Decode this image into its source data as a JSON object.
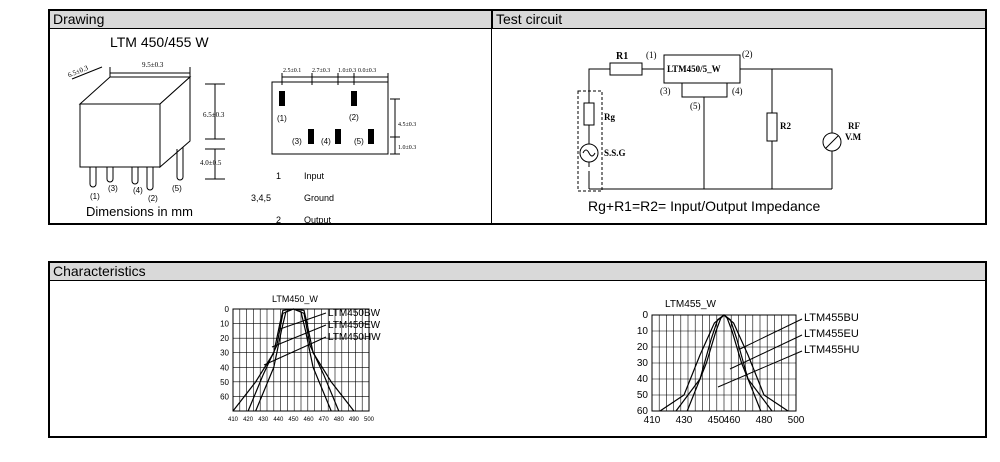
{
  "top": {
    "drawing_title": "Drawing",
    "test_title": "Test circuit",
    "model_label": "LTM 450/455 W",
    "dims": {
      "width": "9.5±0.3",
      "depth": "6.5±0.3",
      "height": "6.5±0.3",
      "pin_len": "4.0±0.5",
      "pitch_a": "2.5±0.1",
      "pitch_b": "2.7±0.3",
      "pitch_c": "1.0±0.3",
      "pitch_d": "0.0±0.3",
      "row_gap": "4.5±0.3",
      "row_off": "1.0±0.3"
    },
    "pins": [
      "(1)",
      "(2)",
      "(3)",
      "(4)",
      "(5)"
    ],
    "pin_table": [
      {
        "num": "1",
        "desc": "Input"
      },
      {
        "num": "3,4,5",
        "desc": "Ground"
      },
      {
        "num": "2",
        "desc": "Output"
      }
    ],
    "dims_caption": "Dimensions in mm",
    "circuit": {
      "r1": "R1",
      "rg": "Rg",
      "r2": "R2",
      "ssg": "S.S.G",
      "rf1": "RF",
      "rf2": "V.M",
      "chip": "LTM450/5_W",
      "p1": "(1)",
      "p2": "(2)",
      "p3": "(3)",
      "p4": "(4)",
      "p5": "(5)"
    },
    "impedance_caption": "Rg+R1=R2= Input/Output Impedance"
  },
  "characteristics": {
    "title": "Characteristics",
    "charts": [
      {
        "type": "line",
        "title": "LTM450_W",
        "x_ticks": [
          "410",
          "420",
          "430",
          "440",
          "450",
          "460",
          "470",
          "480",
          "490",
          "500"
        ],
        "y_ticks": [
          "0",
          "10",
          "20",
          "30",
          "40",
          "50",
          "60"
        ],
        "series": [
          {
            "name": "LTM450BW"
          },
          {
            "name": "LTM450EW"
          },
          {
            "name": "LTM450HW"
          }
        ]
      },
      {
        "type": "line",
        "title": "LTM455_W",
        "x_ticks": [
          "410",
          "430",
          "450",
          "460",
          "480",
          "500"
        ],
        "y_ticks": [
          "0",
          "10",
          "20",
          "30",
          "40",
          "50",
          "60"
        ],
        "series": [
          {
            "name": "LTM455BU"
          },
          {
            "name": "LTM455EU"
          },
          {
            "name": "LTM455HU"
          }
        ]
      }
    ]
  },
  "chart_data": [
    {
      "type": "line",
      "title": "LTM450_W",
      "x": [
        410,
        420,
        430,
        440,
        450,
        460,
        470,
        480,
        490,
        500
      ],
      "ylim": [
        0,
        70
      ],
      "y_inverted": true,
      "series": [
        {
          "name": "LTM450BW",
          "points": [
            [
              410,
              70
            ],
            [
              425,
              50
            ],
            [
              437,
              30
            ],
            [
              441,
              10
            ],
            [
              443,
              1
            ],
            [
              450,
              0
            ],
            [
              457,
              1
            ],
            [
              459,
              10
            ],
            [
              463,
              30
            ],
            [
              475,
              50
            ],
            [
              490,
              70
            ]
          ]
        },
        {
          "name": "LTM450EW",
          "points": [
            [
              420,
              70
            ],
            [
              430,
              45
            ],
            [
              439,
              25
            ],
            [
              443,
              3
            ],
            [
              450,
              0
            ],
            [
              457,
              3
            ],
            [
              461,
              25
            ],
            [
              470,
              45
            ],
            [
              480,
              70
            ]
          ]
        },
        {
          "name": "LTM450HW",
          "points": [
            [
              425,
              70
            ],
            [
              437,
              40
            ],
            [
              442,
              15
            ],
            [
              445,
              2
            ],
            [
              450,
              0
            ],
            [
              455,
              2
            ],
            [
              458,
              15
            ],
            [
              463,
              40
            ],
            [
              475,
              70
            ]
          ]
        }
      ]
    },
    {
      "type": "line",
      "title": "LTM455_W",
      "x": [
        410,
        430,
        450,
        460,
        480,
        500
      ],
      "ylim": [
        0,
        60
      ],
      "y_inverted": true,
      "series": [
        {
          "name": "LTM455BU",
          "points": [
            [
              415,
              60
            ],
            [
              430,
              50
            ],
            [
              440,
              25
            ],
            [
              449,
              5
            ],
            [
              455,
              0
            ],
            [
              461,
              5
            ],
            [
              470,
              25
            ],
            [
              480,
              50
            ],
            [
              495,
              60
            ]
          ]
        },
        {
          "name": "LTM455EU",
          "points": [
            [
              425,
              60
            ],
            [
              440,
              40
            ],
            [
              447,
              15
            ],
            [
              451,
              3
            ],
            [
              455,
              0
            ],
            [
              459,
              3
            ],
            [
              463,
              15
            ],
            [
              470,
              40
            ],
            [
              485,
              60
            ]
          ]
        },
        {
          "name": "LTM455HU",
          "points": [
            [
              432,
              60
            ],
            [
              444,
              30
            ],
            [
              450,
              10
            ],
            [
              453,
              2
            ],
            [
              455,
              0
            ],
            [
              457,
              2
            ],
            [
              460,
              10
            ],
            [
              466,
              30
            ],
            [
              478,
              60
            ]
          ]
        }
      ]
    }
  ]
}
